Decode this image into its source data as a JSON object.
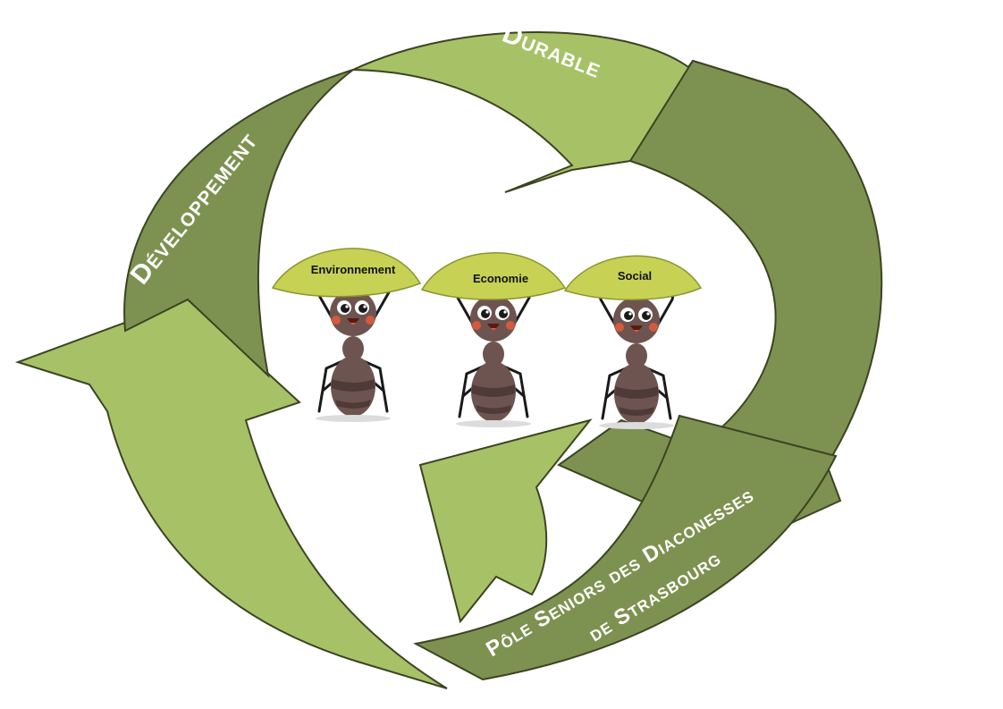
{
  "colors": {
    "arrow_light": "#a7c266",
    "arrow_dark": "#7d9250",
    "arrow_outline": "#3b4422",
    "leaf": "#c7d255",
    "ant_body": "#6e5450",
    "ant_stripe": "#4e3b38",
    "cheek": "#e85a38"
  },
  "labels": {
    "durable": "Durable",
    "developpement": "Développement",
    "pole_line1": "Pôle Seniors des Diaconesses",
    "pole_line2": "de Strasbourg"
  },
  "ants": [
    {
      "label": "Environnement"
    },
    {
      "label": "Economie"
    },
    {
      "label": "Social"
    }
  ]
}
